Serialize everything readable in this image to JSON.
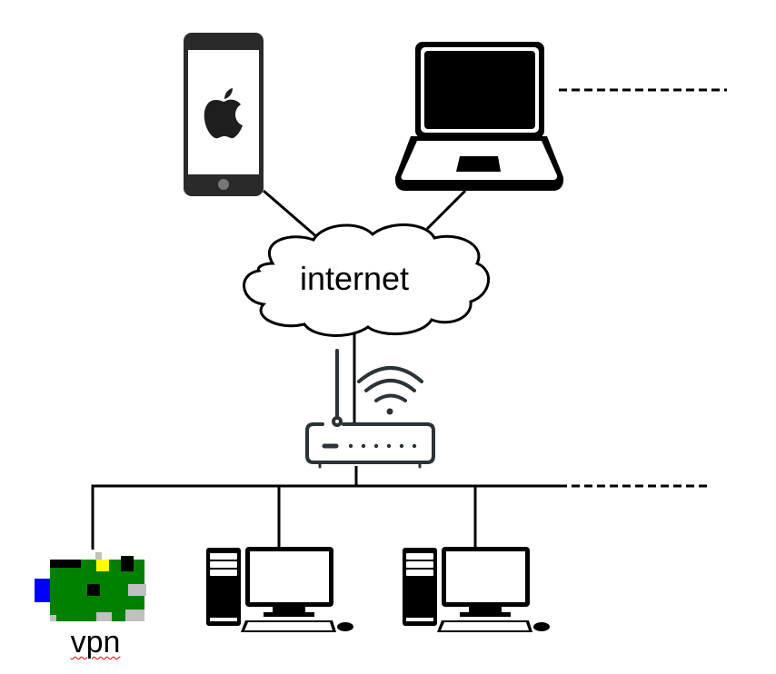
{
  "diagram": {
    "type": "network-topology",
    "cloud": {
      "label": "internet"
    },
    "vpn": {
      "label": "vpn"
    },
    "nodes": [
      {
        "id": "phone",
        "kind": "smartphone",
        "icon": "apple-logo-icon"
      },
      {
        "id": "laptop",
        "kind": "laptop"
      },
      {
        "id": "internet",
        "kind": "cloud"
      },
      {
        "id": "router",
        "kind": "wifi-router"
      },
      {
        "id": "vpn",
        "kind": "raspberry-pi-board"
      },
      {
        "id": "desktop-1",
        "kind": "desktop-computer"
      },
      {
        "id": "desktop-2",
        "kind": "desktop-computer"
      }
    ],
    "edges": [
      {
        "from": "phone",
        "to": "internet",
        "style": "solid"
      },
      {
        "from": "laptop",
        "to": "internet",
        "style": "solid"
      },
      {
        "from": "internet",
        "to": "router",
        "style": "solid"
      },
      {
        "from": "router",
        "to": "lan-bus",
        "style": "solid"
      },
      {
        "from": "lan-bus",
        "to": "vpn",
        "style": "solid"
      },
      {
        "from": "lan-bus",
        "to": "desktop-1",
        "style": "solid"
      },
      {
        "from": "lan-bus",
        "to": "desktop-2",
        "style": "solid"
      },
      {
        "from": "lan-bus",
        "to": "more-devices",
        "style": "dashed"
      },
      {
        "from": "laptop",
        "to": "more-devices",
        "style": "dashed"
      }
    ],
    "colors": {
      "line": "#000000",
      "router": "#2b3337",
      "pi_board": "#008000",
      "pi_usb": "#0000ff",
      "pi_led": "#ffff00",
      "pi_port": "#c0c0c0"
    }
  }
}
